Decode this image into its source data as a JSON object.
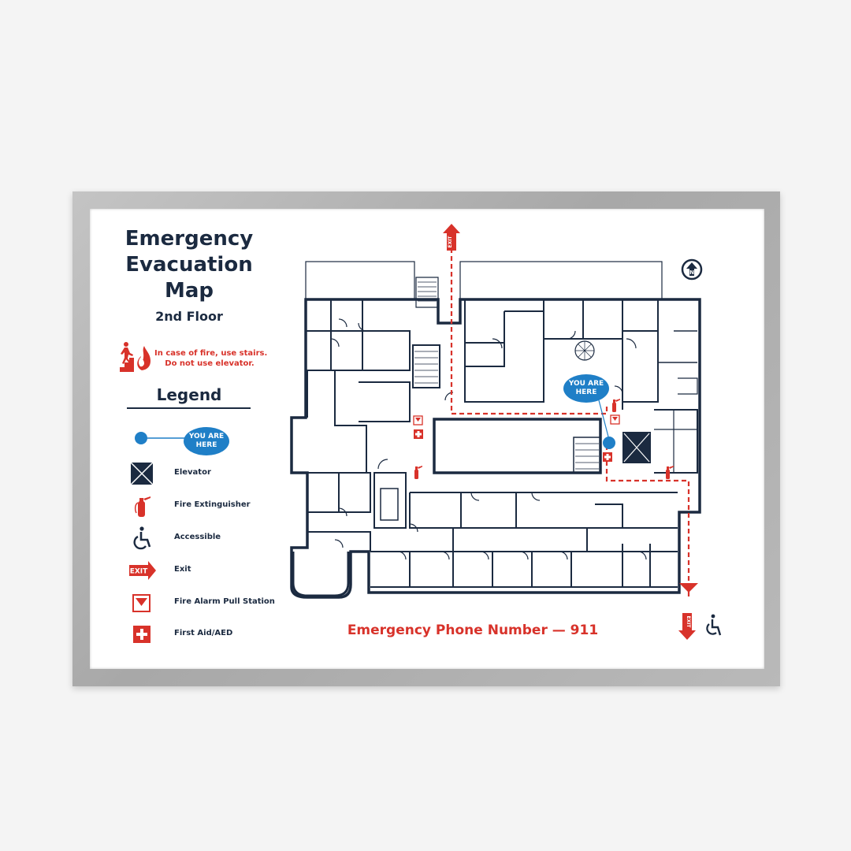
{
  "title": {
    "line1": "Emergency",
    "line2": "Evacuation",
    "line3": "Map"
  },
  "floor": "2nd Floor",
  "fire_note": {
    "line1": "In case of fire, use stairs.",
    "line2": "Do not use elevator."
  },
  "legend": {
    "title": "Legend",
    "you_are_here": {
      "line1": "YOU ARE",
      "line2": "HERE"
    },
    "items": [
      {
        "label": "Elevator",
        "icon": "elevator-icon"
      },
      {
        "label": "Fire Extinguisher",
        "icon": "fire-extinguisher-icon"
      },
      {
        "label": "Accessible",
        "icon": "accessible-icon"
      },
      {
        "label": "Exit",
        "icon": "exit-icon"
      },
      {
        "label": "Fire Alarm Pull Station",
        "icon": "fire-alarm-icon"
      },
      {
        "label": "First Aid/AED",
        "icon": "first-aid-icon"
      }
    ]
  },
  "map": {
    "you_are_here": {
      "line1": "YOU ARE",
      "line2": "HERE"
    },
    "exit_label": "EXIT",
    "north_label": "N"
  },
  "phone": "Emergency Phone Number — 911",
  "colors": {
    "red": "#d8322a",
    "navy": "#1b2a40",
    "blue": "#1f7fc7",
    "frame": "#b0b0b0"
  }
}
